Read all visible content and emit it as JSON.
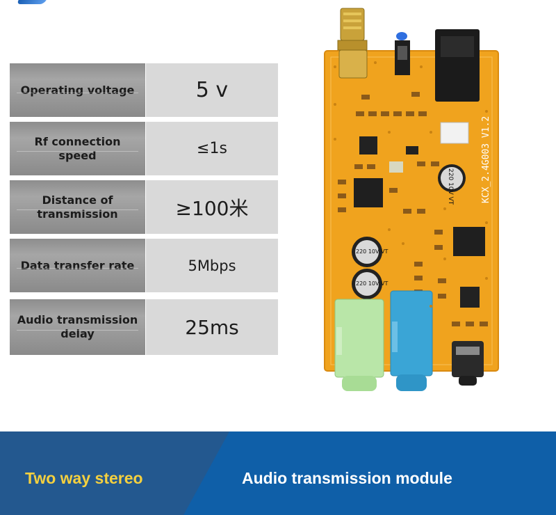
{
  "specs": [
    {
      "label": "Operating voltage",
      "value": "5 v"
    },
    {
      "label": "Rf connection speed",
      "value": "≤1s"
    },
    {
      "label": "Distance of transmission",
      "value": "≥100米"
    },
    {
      "label": "Data transfer rate",
      "value": "5Mbps"
    },
    {
      "label": "Audio transmission delay",
      "value": "25ms"
    }
  ],
  "board": {
    "silkscreen": "KCX_2.4G003 V1.2",
    "capacitor_labels": [
      "220 10V VT",
      "220 10V VT",
      "220 10V VT"
    ]
  },
  "banner": {
    "left_text": "Two way stereo",
    "right_text": "Audio transmission module"
  },
  "colors": {
    "pcb": "#f0a31e",
    "banner_blue": "#0f5fa8",
    "banner_left": "#23588f",
    "accent_yellow": "#f4d03f"
  }
}
